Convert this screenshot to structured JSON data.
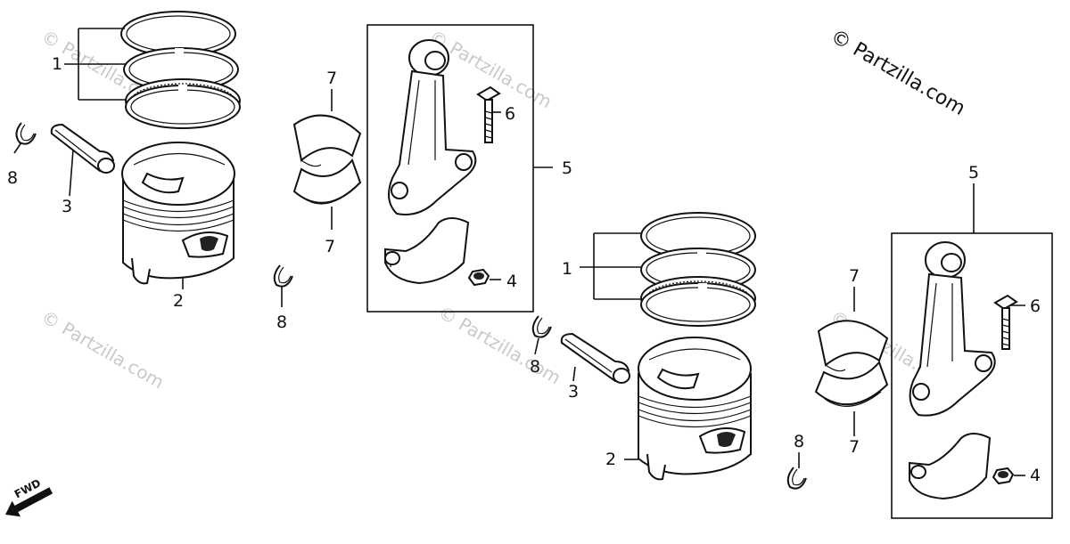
{
  "copyright": "© Partzilla.com",
  "watermark": "© Partzilla.com",
  "fwd_label": "FWD",
  "callouts": {
    "left": {
      "piston_rings": "1",
      "piston": "2",
      "piston_pin": "3",
      "nut": "4",
      "connecting_rod": "5",
      "bolt": "6",
      "bearing_upper": "7",
      "bearing_lower": "7",
      "clip_a": "8",
      "clip_b": "8"
    },
    "right": {
      "piston_rings": "1",
      "piston": "2",
      "piston_pin": "3",
      "nut": "4",
      "connecting_rod": "5",
      "bolt": "6",
      "bearing_upper": "7",
      "bearing_lower": "7",
      "clip_a": "8",
      "clip_b": "8"
    }
  }
}
